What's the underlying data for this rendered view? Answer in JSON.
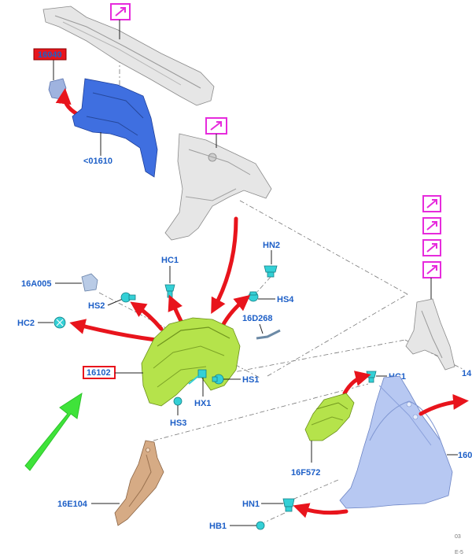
{
  "colors": {
    "label_text": "#1d5fc7",
    "reference_icon": "#e62bdc",
    "callout_arrow": "#e8141c",
    "pointer_arrow": "#3fe33a",
    "highlight_box": "#e8141c"
  },
  "labels": {
    "top_highlight": "16040",
    "panel_01610": "<01610",
    "clip_hc1_top": "HC1",
    "clip_hn2": "HN2",
    "bracket_16a005": "16A005",
    "clip_hs2": "HS2",
    "clip_hs4": "HS4",
    "clip_hc2": "HC2",
    "bracket_16d268": "16D268",
    "liner_16102": "16102",
    "clip_hs1": "HS1",
    "clip_hx1": "HX1",
    "clip_hs3": "HS3",
    "clip_hc1_right": "HC1",
    "liner_16f572": "16F572",
    "fender_partial": "160",
    "right_partial": "14",
    "bracket_16e104": "16E104",
    "clip_hn1": "HN1",
    "clip_hb1": "HB1",
    "corner_code_1": "03",
    "corner_code_2": "E-5"
  },
  "icons": {
    "reference": "arrow-box-icon",
    "callout": "red-curved-arrow-icon",
    "pointer": "green-arrow-icon"
  }
}
